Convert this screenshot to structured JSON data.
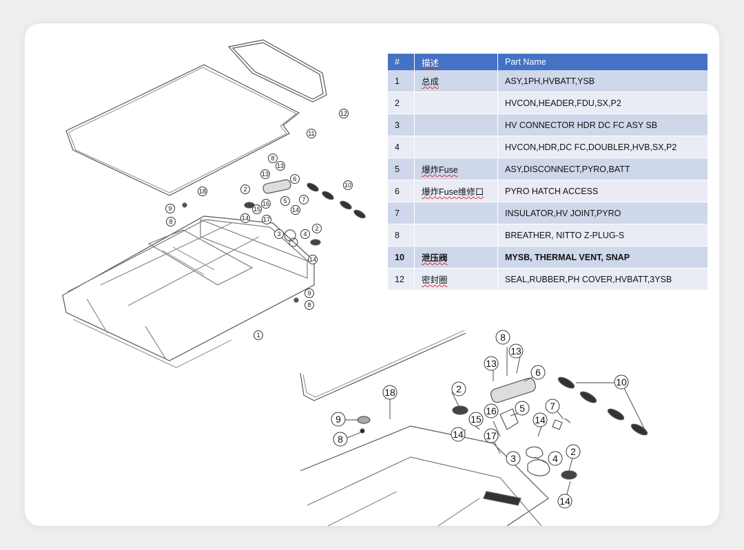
{
  "table": {
    "headers": [
      "#",
      "描述",
      "Part Name"
    ],
    "rows": [
      {
        "num": "1",
        "desc": "总成",
        "name": "ASY,1PH,HVBATT,YSB"
      },
      {
        "num": "2",
        "desc": "",
        "name": "HVCON,HEADER,FDU,SX,P2"
      },
      {
        "num": "3",
        "desc": "",
        "name": "HV CONNECTOR HDR DC FC ASY SB"
      },
      {
        "num": "4",
        "desc": "",
        "name": "HVCON,HDR,DC FC,DOUBLER,HVB,SX,P2"
      },
      {
        "num": "5",
        "desc": "爆炸Fuse",
        "name": "ASY,DISCONNECT,PYRO,BATT"
      },
      {
        "num": "6",
        "desc": "爆炸Fuse维修口",
        "name": "PYRO HATCH ACCESS"
      },
      {
        "num": "7",
        "desc": "",
        "name": "INSULATOR,HV JOINT,PYRO"
      },
      {
        "num": "8",
        "desc": "",
        "name": "BREATHER, NITTO Z-PLUG-S"
      },
      {
        "num": "10",
        "desc": "泄压阀",
        "name": "MYSB, THERMAL VENT, SNAP"
      },
      {
        "num": "12",
        "desc": "密封圈",
        "name": "SEAL,RUBBER,PH COVER,HVBATT,3YSB"
      }
    ]
  },
  "callouts": {
    "top": [
      "12",
      "11",
      "8",
      "13",
      "13",
      "6",
      "10",
      "18",
      "2",
      "5",
      "7",
      "16",
      "9",
      "15",
      "14",
      "14",
      "17",
      "8",
      "3",
      "4",
      "2",
      "14",
      "9",
      "8",
      "1"
    ],
    "bottom": [
      "8",
      "13",
      "13",
      "6",
      "10",
      "2",
      "18",
      "5",
      "7",
      "9",
      "15",
      "16",
      "14",
      "14",
      "17",
      "8",
      "3",
      "4",
      "2",
      "14"
    ]
  }
}
